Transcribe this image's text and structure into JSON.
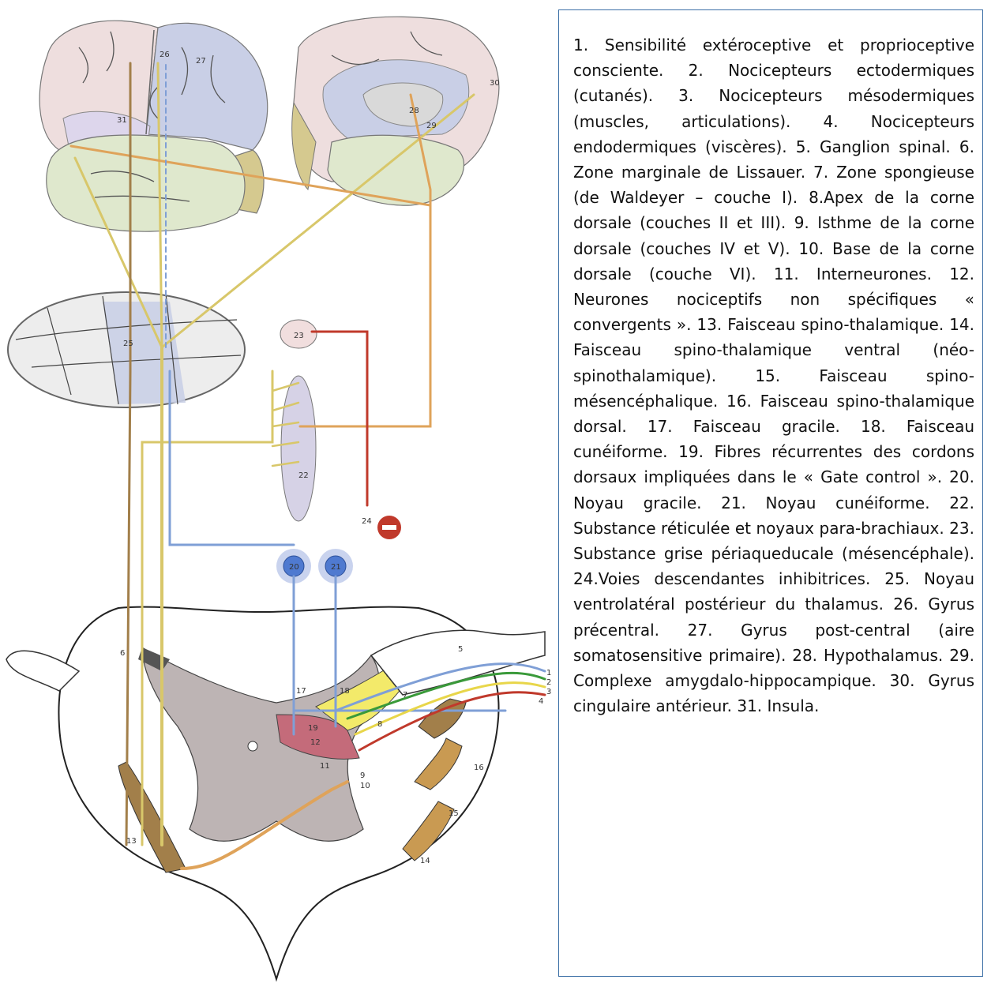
{
  "legend": {
    "text": "1. Sensibilité extéroceptive et proprioceptive consciente. 2. Nocicepteurs ectodermiques (cutanés). 3. Nocicepteurs mésodermiques (muscles, articulations). 4. Nocicepteurs endodermiques (viscères). 5. Ganglion spinal. 6. Zone marginale de Lissauer. 7. Zone spongieuse (de Waldeyer – couche I). 8.Apex de la corne dorsale (couches II et III). 9. Isthme de la corne dorsale (couches IV et V). 10. Base de la corne dorsale (couche VI). 11. Interneurones. 12. Neurones nociceptifs non spécifiques « convergents ». 13. Faisceau spino-thalamique. 14. Faisceau spino-thalamique ventral (néo-spinothalamique). 15. Faisceau spino-mésencéphalique. 16. Faisceau spino-thalamique dorsal. 17. Faisceau gracile. 18. Faisceau cunéiforme. 19. Fibres récurrentes des cordons dorsaux impliquées dans le « Gate control ». 20. Noyau gracile. 21. Noyau cunéiforme. 22. Substance réticulée et noyaux para-brachiaux. 23. Substance grise périaqueducale (mésencéphale). 24.Voies descendantes inhibitrices. 25. Noyau ventrolatéral postérieur du thalamus. 26. Gyrus précentral. 27. Gyrus post-central (aire somatosensitive primaire). 28. Hypothalamus. 29. Complexe amygdalo-hippocampique. 30. Gyrus cingulaire antérieur. 31. Insula."
  },
  "labels": {
    "n1": "1",
    "n2": "2",
    "n3": "3",
    "n4": "4",
    "n5": "5",
    "n6": "6",
    "n7": "7",
    "n8": "8",
    "n9": "9",
    "n10": "10",
    "n11": "11",
    "n12": "12",
    "n13": "13",
    "n14": "14",
    "n15": "15",
    "n16": "16",
    "n17": "17",
    "n18": "18",
    "n19": "19",
    "n20": "20",
    "n21": "21",
    "n22": "22",
    "n23": "23",
    "n24": "24",
    "n25": "25",
    "n26": "26",
    "n27": "27",
    "n28": "28",
    "n29": "29",
    "n30": "30",
    "n31": "31"
  },
  "colors": {
    "tract_yellow": "#d8c76a",
    "tract_orange": "#dfa35a",
    "tract_brown": "#a27f4a",
    "tract_blue": "#7f9fd6",
    "tract_red": "#c0392b",
    "tract_green": "#3a9a3a"
  }
}
